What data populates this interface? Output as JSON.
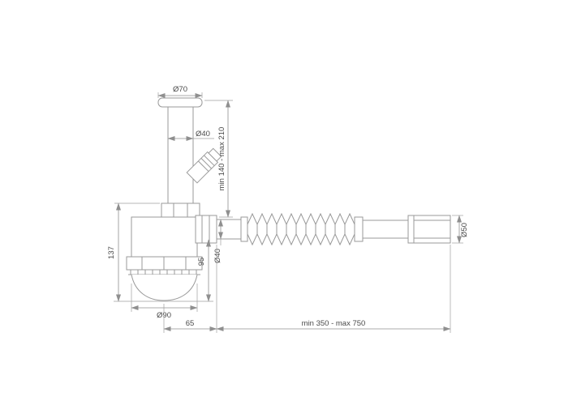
{
  "title": "sink-siphon-technical-drawing",
  "colors": {
    "line": "#9a9a9a",
    "dimension_line": "#8f8f8f",
    "text": "#4a4a4a",
    "background": "#ffffff"
  },
  "dimensions": {
    "flange_dia": "Ø70",
    "inlet_pipe_dia": "Ø40",
    "height_range": "min 140 - max 210",
    "body_height": "137",
    "outlet_drop": "95",
    "outlet_pipe_dia": "Ø40",
    "cup_dia": "Ø90",
    "axis_to_outlet": "65",
    "hose_length_range": "min 350 - max 750",
    "end_pipe_dia": "Ø50"
  }
}
